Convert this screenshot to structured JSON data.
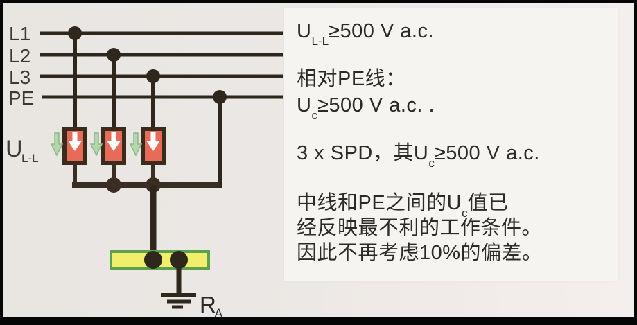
{
  "figure": {
    "type": "surge-protection-circuit-diagram",
    "colors": {
      "conductor": "#2f261c",
      "bus": "#3a2e22",
      "spd_fill": "#e86a59",
      "spd_border": "#3a2b1d",
      "spd_arrow": "#ffffff",
      "voltage_arrow": "#b5d5ac",
      "voltage_arrow_edge": "#8fb789",
      "earth_bar_fill": "#f0ee6a",
      "earth_bar_border": "#5ca24e",
      "panel_bg": "#f6f4f1",
      "page_bg": "#e9e6e2",
      "frame": "#060606",
      "text": "#2c2a28"
    }
  },
  "diagram": {
    "conductors": [
      {
        "label": "L1"
      },
      {
        "label": "L2"
      },
      {
        "label": "L3"
      },
      {
        "label": "PE"
      }
    ],
    "spd_count": "3",
    "u_ll_label": {
      "main": "U",
      "sub": "L-L"
    },
    "earth_resistance_label": {
      "main": "R",
      "sub": "A"
    }
  },
  "annotations": {
    "lines": [
      {
        "a": "U",
        "sub": "L-L",
        "b": "≥500 V a.c."
      },
      {
        "a": "相对PE线：",
        "sub": "",
        "b": ""
      },
      {
        "a": "U",
        "sub": "c",
        "b": "≥500 V a.c. ."
      },
      {
        "a": "3 x SPD，其U",
        "sub": "c",
        "b": "≥500 V a.c."
      },
      {
        "a": "中线和PE之间的U",
        "sub": "c",
        "b": "值已"
      },
      {
        "a": "经反映最不利的工作条件。",
        "sub": "",
        "b": ""
      },
      {
        "a": "因此不再考虑10%的偏差。",
        "sub": "",
        "b": ""
      }
    ]
  }
}
